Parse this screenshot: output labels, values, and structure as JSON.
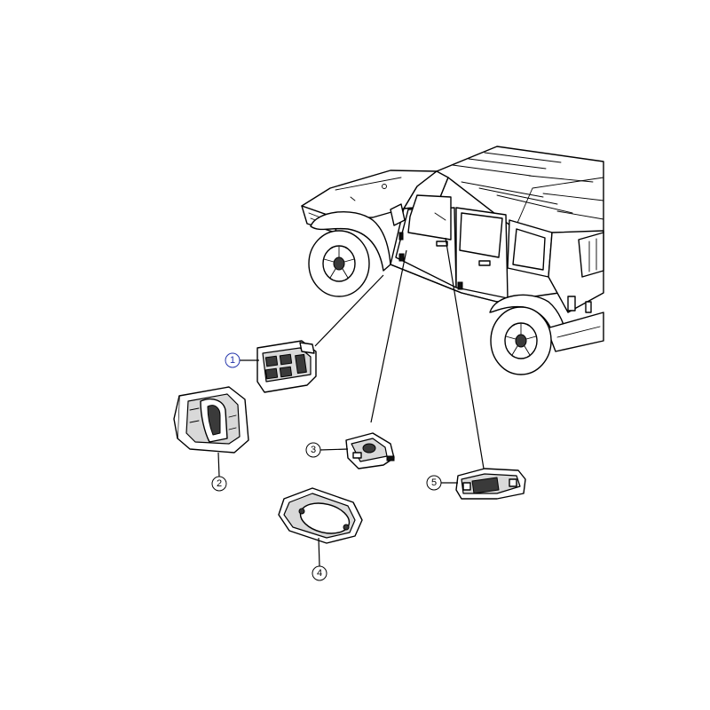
{
  "callouts": [
    {
      "id": "1",
      "label": "1"
    },
    {
      "id": "2",
      "label": "2"
    },
    {
      "id": "3",
      "label": "3"
    },
    {
      "id": "4",
      "label": "4"
    },
    {
      "id": "5",
      "label": "5"
    }
  ],
  "colors": {
    "line": "#000000",
    "selected_callout": "#2233aa",
    "part_shade": "#d9d9d9",
    "part_dark": "#3a3a3a"
  }
}
